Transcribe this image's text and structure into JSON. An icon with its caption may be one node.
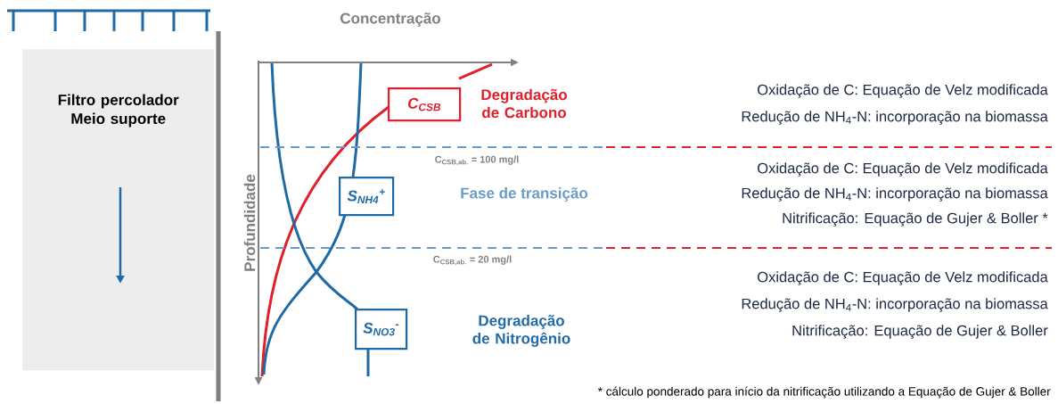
{
  "diagram": {
    "nodes": [
      {
        "text": [
          "Filtro percolador Meio suporte"
        ]
      },
      {
        "text": [
          "C$_{CSB}$"
        ]
      },
      {
        "text": [
          "S$_{NH4}$$^{+}$"
        ]
      },
      {
        "text": [
          "S$_{NO3}$$^{-}$"
        ]
      }
    ],
    "edges": [],
    "labels": [
      "Concentração",
      "Degradação de Carbono",
      "Oxidação de C: Equação de Velz modificada",
      "Redução de NH$_{4}$-N: incorporação na biomassa",
      "Profundidade",
      "C$_{CSB,ab.}$ = 100 mg/l",
      "Fase de transição",
      "Oxidação de C: Equação de Velz modificada",
      "Redução de NH$_{4}$-N: incorporação na biomassa",
      "Nitrificação: Equação de Gujer & Boller *",
      "C$_{CSB,ab.}$ = 20 mg/l",
      "Degradação de Nitrogênio",
      "Oxidação de C: Equação de Velz modificada",
      "Redução de NH$_{4}$-N: incorporação na biomassa",
      "Nitrificação: Equação de Gujer & Boller",
      "* cálculo ponderado para início da nitrificação utilizando a Equação de Gujer & Boller"
    ]
  }
}
